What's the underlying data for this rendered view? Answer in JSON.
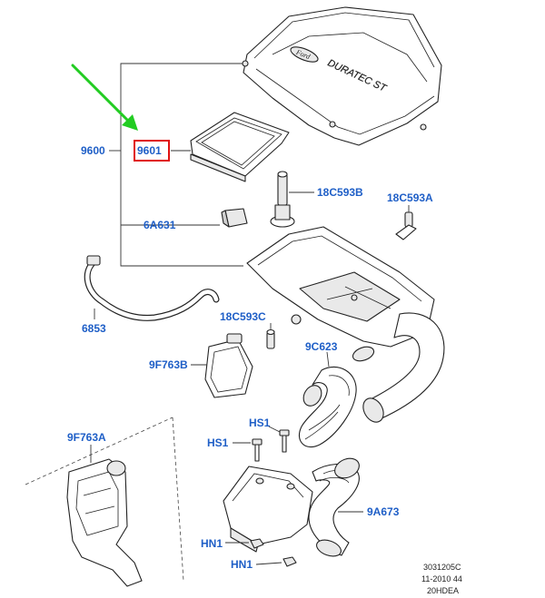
{
  "labels": {
    "p9600": "9600",
    "p9601": "9601",
    "p18C593B": "18C593B",
    "p18C593A": "18C593A",
    "p6A631": "6A631",
    "p6853": "6853",
    "p18C593C": "18C593C",
    "p9F763B": "9F763B",
    "p9C623": "9C623",
    "p9F763A": "9F763A",
    "pHS1_top": "HS1",
    "pHS1_left": "HS1",
    "p9A673": "9A673",
    "pHN1_a": "HN1",
    "pHN1_b": "HN1"
  },
  "cover_text": {
    "brand": "Ford",
    "model": "DURATEC ST"
  },
  "reference": {
    "line1": "3031205C",
    "line2": "11-2010 44",
    "line3": "20HDEA"
  },
  "colors": {
    "label_blue": "#1f5fc7",
    "highlight_red": "#e01010",
    "arrow_green": "#22cc22"
  },
  "highlight": {
    "part": "9601"
  }
}
